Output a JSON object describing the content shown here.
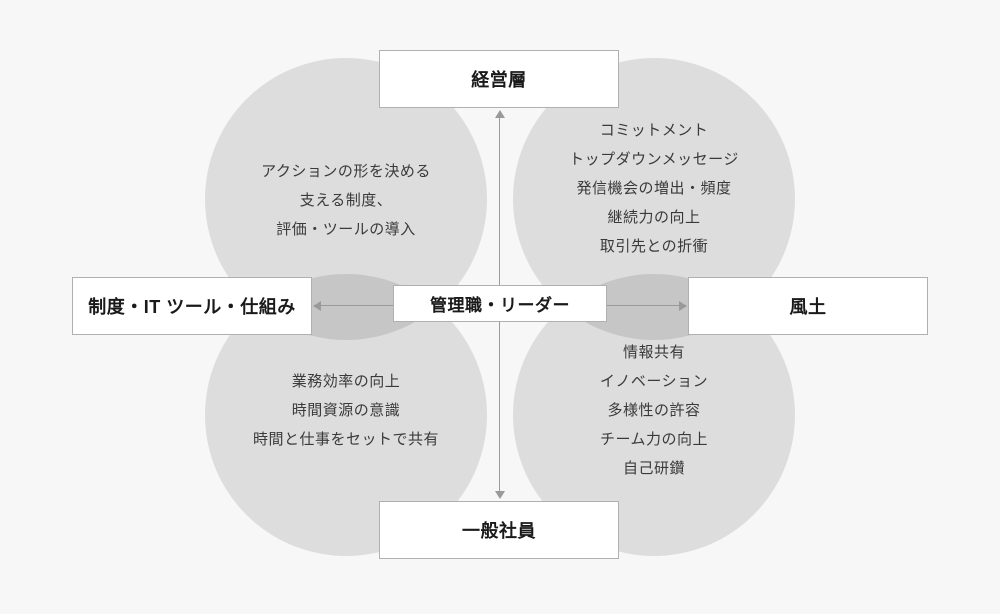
{
  "diagram": {
    "nodes": {
      "top": {
        "label": "経営層"
      },
      "left": {
        "label": "制度・IT ツール・仕組み"
      },
      "center": {
        "label": "管理職・リーダー"
      },
      "right": {
        "label": "風土"
      },
      "bottom": {
        "label": "一般社員"
      }
    },
    "quadrants": {
      "top_left": {
        "lines": [
          "アクションの形を決める",
          "支える制度、",
          "評価・ツールの導入"
        ]
      },
      "top_right": {
        "lines": [
          "コミットメント",
          "トップダウンメッセージ",
          "発信機会の増出・頻度",
          "継続力の向上",
          "取引先との折衝"
        ]
      },
      "bottom_left": {
        "lines": [
          "業務効率の向上",
          "時間資源の意識",
          "時間と仕事をセットで共有"
        ]
      },
      "bottom_right": {
        "lines": [
          "情報共有",
          "イノベーション",
          "多様性の許容",
          "チーム力の向上",
          "自己研鑽"
        ]
      }
    },
    "colors": {
      "background": "#f7f7f7",
      "circle": "#dedede",
      "circle_overlap": "#c8c8c8",
      "box_background": "#ffffff",
      "box_border": "#b0b0b0",
      "arrow": "#9a9a9a",
      "circle_text": "#3a3a3a",
      "box_text": "#1a1a1a"
    }
  }
}
